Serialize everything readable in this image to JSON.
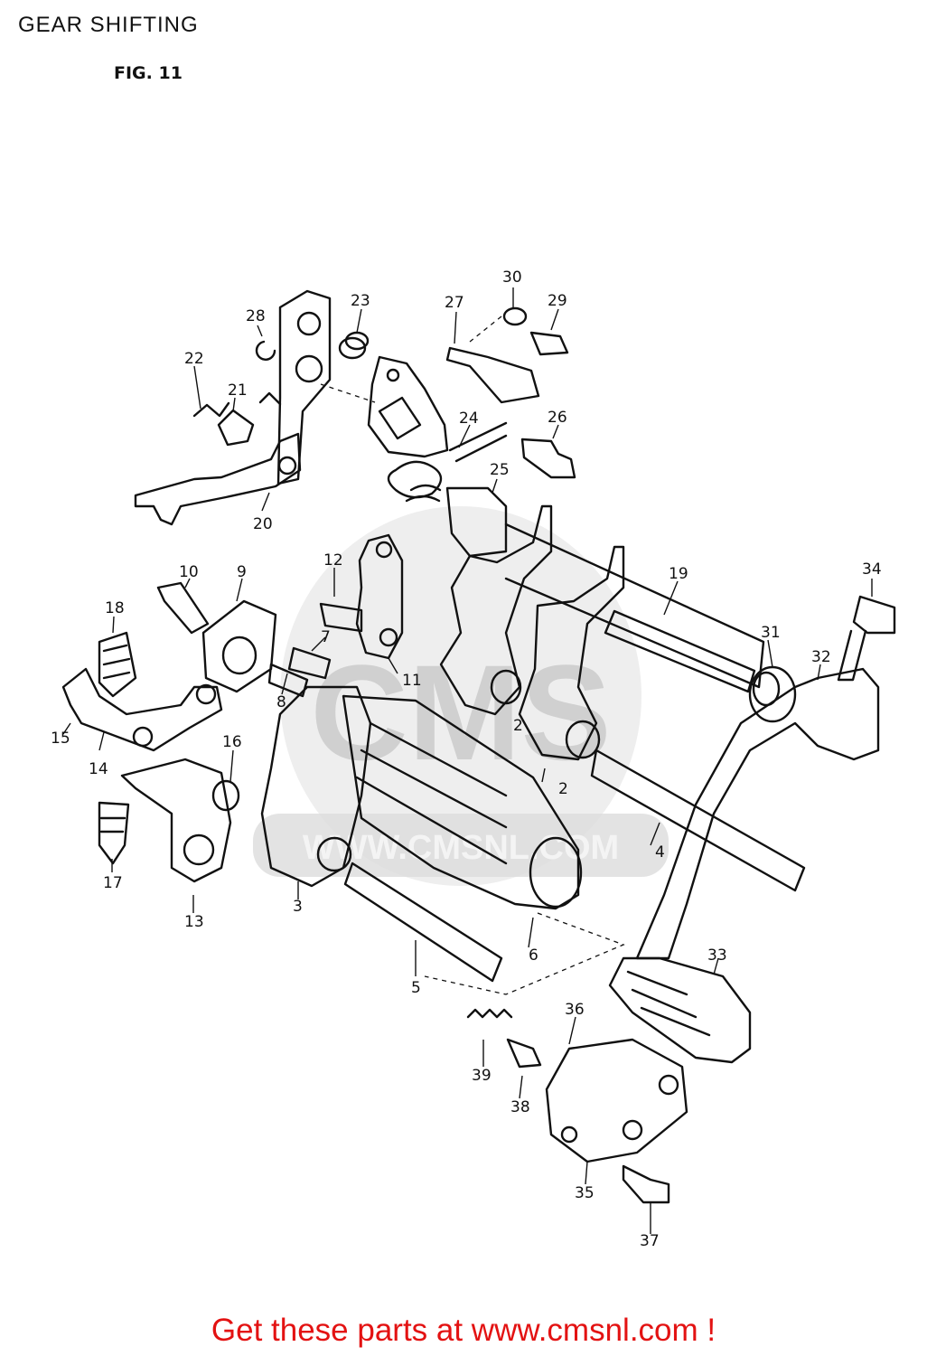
{
  "header": {
    "title": "GEAR SHIFTING",
    "figure": "FIG. 11"
  },
  "watermark": {
    "text": "CMS",
    "url": "WWW.CMSNL.COM"
  },
  "footer": {
    "text": "Get these parts at www.cmsnl.com !"
  },
  "parts": [
    {
      "id": "p1",
      "label": "2"
    },
    {
      "id": "p2",
      "label": "3"
    },
    {
      "id": "p3",
      "label": "4"
    },
    {
      "id": "p4",
      "label": "5"
    },
    {
      "id": "p5",
      "label": "6"
    },
    {
      "id": "p6",
      "label": "7"
    },
    {
      "id": "p7",
      "label": "8"
    },
    {
      "id": "p8",
      "label": "9"
    },
    {
      "id": "p9",
      "label": "10"
    },
    {
      "id": "p10",
      "label": "11"
    },
    {
      "id": "p11",
      "label": "12"
    },
    {
      "id": "p12",
      "label": "13"
    },
    {
      "id": "p13",
      "label": "14"
    },
    {
      "id": "p14",
      "label": "15"
    },
    {
      "id": "p15",
      "label": "16"
    },
    {
      "id": "p16",
      "label": "17"
    },
    {
      "id": "p17",
      "label": "18"
    },
    {
      "id": "p18",
      "label": "19"
    },
    {
      "id": "p19",
      "label": "20"
    },
    {
      "id": "p20",
      "label": "21"
    },
    {
      "id": "p21",
      "label": "22"
    },
    {
      "id": "p22",
      "label": "23"
    },
    {
      "id": "p23",
      "label": "24"
    },
    {
      "id": "p24",
      "label": "25"
    },
    {
      "id": "p25",
      "label": "26"
    },
    {
      "id": "p26",
      "label": "27"
    },
    {
      "id": "p27",
      "label": "28"
    },
    {
      "id": "p28",
      "label": "29"
    },
    {
      "id": "p29",
      "label": "30"
    },
    {
      "id": "p30",
      "label": "31"
    },
    {
      "id": "p31",
      "label": "32"
    },
    {
      "id": "p32",
      "label": "33"
    },
    {
      "id": "p33",
      "label": "34"
    },
    {
      "id": "p34",
      "label": "35"
    },
    {
      "id": "p35",
      "label": "36"
    },
    {
      "id": "p36",
      "label": "37"
    },
    {
      "id": "p37",
      "label": "38"
    },
    {
      "id": "p38",
      "label": "39"
    }
  ]
}
